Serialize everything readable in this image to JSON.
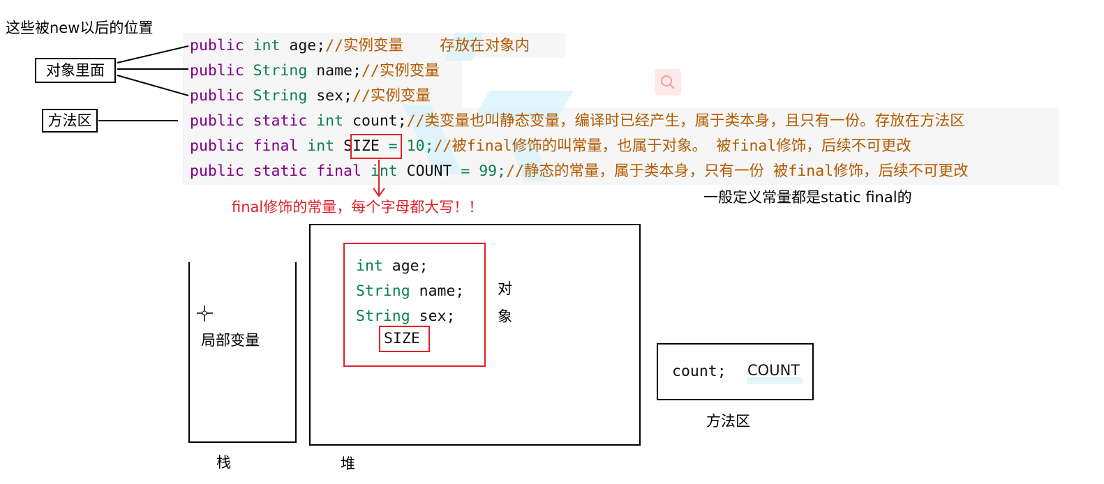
{
  "top_label": "这些被new以后的位置",
  "labels": {
    "object_inside": "对象里面",
    "method_area": "方法区"
  },
  "code_lines": [
    {
      "parts": [
        {
          "c": "kw",
          "t": "public "
        },
        {
          "c": "ty",
          "t": "int "
        },
        {
          "c": "plain",
          "t": "age;"
        },
        {
          "c": "cm",
          "t": "//实例变量"
        }
      ],
      "extra_comment": "存放在对象内"
    },
    {
      "parts": [
        {
          "c": "kw",
          "t": "public "
        },
        {
          "c": "ty",
          "t": "String "
        },
        {
          "c": "plain",
          "t": "name;"
        },
        {
          "c": "cm",
          "t": "//实例变量"
        }
      ]
    },
    {
      "parts": [
        {
          "c": "kw",
          "t": "public "
        },
        {
          "c": "ty",
          "t": "String "
        },
        {
          "c": "plain",
          "t": "sex;"
        },
        {
          "c": "cm",
          "t": "//实例变量"
        }
      ]
    },
    {
      "parts": [
        {
          "c": "kw",
          "t": "public "
        },
        {
          "c": "kw",
          "t": "static "
        },
        {
          "c": "ty",
          "t": "int "
        },
        {
          "c": "plain",
          "t": "count;"
        },
        {
          "c": "cm",
          "t": "//类变量也叫静态变量，编译时已经产生，属于类本身，且只有一份。存放在方法区"
        }
      ]
    },
    {
      "parts": [
        {
          "c": "kw",
          "t": "public "
        },
        {
          "c": "kw",
          "t": "final "
        },
        {
          "c": "ty",
          "t": "int "
        },
        {
          "c": "plain",
          "t": "SIZE"
        },
        {
          "c": "num",
          "t": " = 10;"
        },
        {
          "c": "cm",
          "t": "//被final修饰的叫常量，也属于对象。 被final修饰，后续不可更改"
        }
      ]
    },
    {
      "parts": [
        {
          "c": "kw",
          "t": "public "
        },
        {
          "c": "kw",
          "t": "static "
        },
        {
          "c": "kw",
          "t": "final "
        },
        {
          "c": "ty",
          "t": "int  "
        },
        {
          "c": "plain",
          "t": "COUNT"
        },
        {
          "c": "num",
          "t": " = 99;"
        },
        {
          "c": "cm",
          "t": "//静态的常量，属于类本身，只有一份  被final修饰，后续不可更改"
        }
      ]
    }
  ],
  "final_note": "final修饰的常量，每个字母都大写！！",
  "general_note": "一般定义常量都是static final的",
  "stack": {
    "label": "栈",
    "content": "局部变量"
  },
  "heap": {
    "label": "堆",
    "object_label_1": "对",
    "object_label_2": "象",
    "fields": [
      {
        "type": "int",
        "name": "age;"
      },
      {
        "type": "String",
        "name": "name;"
      },
      {
        "type": "String",
        "name": "sex;"
      }
    ],
    "size_label": "SIZE"
  },
  "method_area": {
    "label": "方法区",
    "count_text": "count;",
    "COUNT_text": "COUNT"
  },
  "icons": {
    "search": "search-icon",
    "cursor": "crosshair-cursor-icon"
  },
  "colors": {
    "keyword": "#7f0085",
    "type": "#0a8050",
    "comment": "#b45a00",
    "red": "#e0202a"
  }
}
